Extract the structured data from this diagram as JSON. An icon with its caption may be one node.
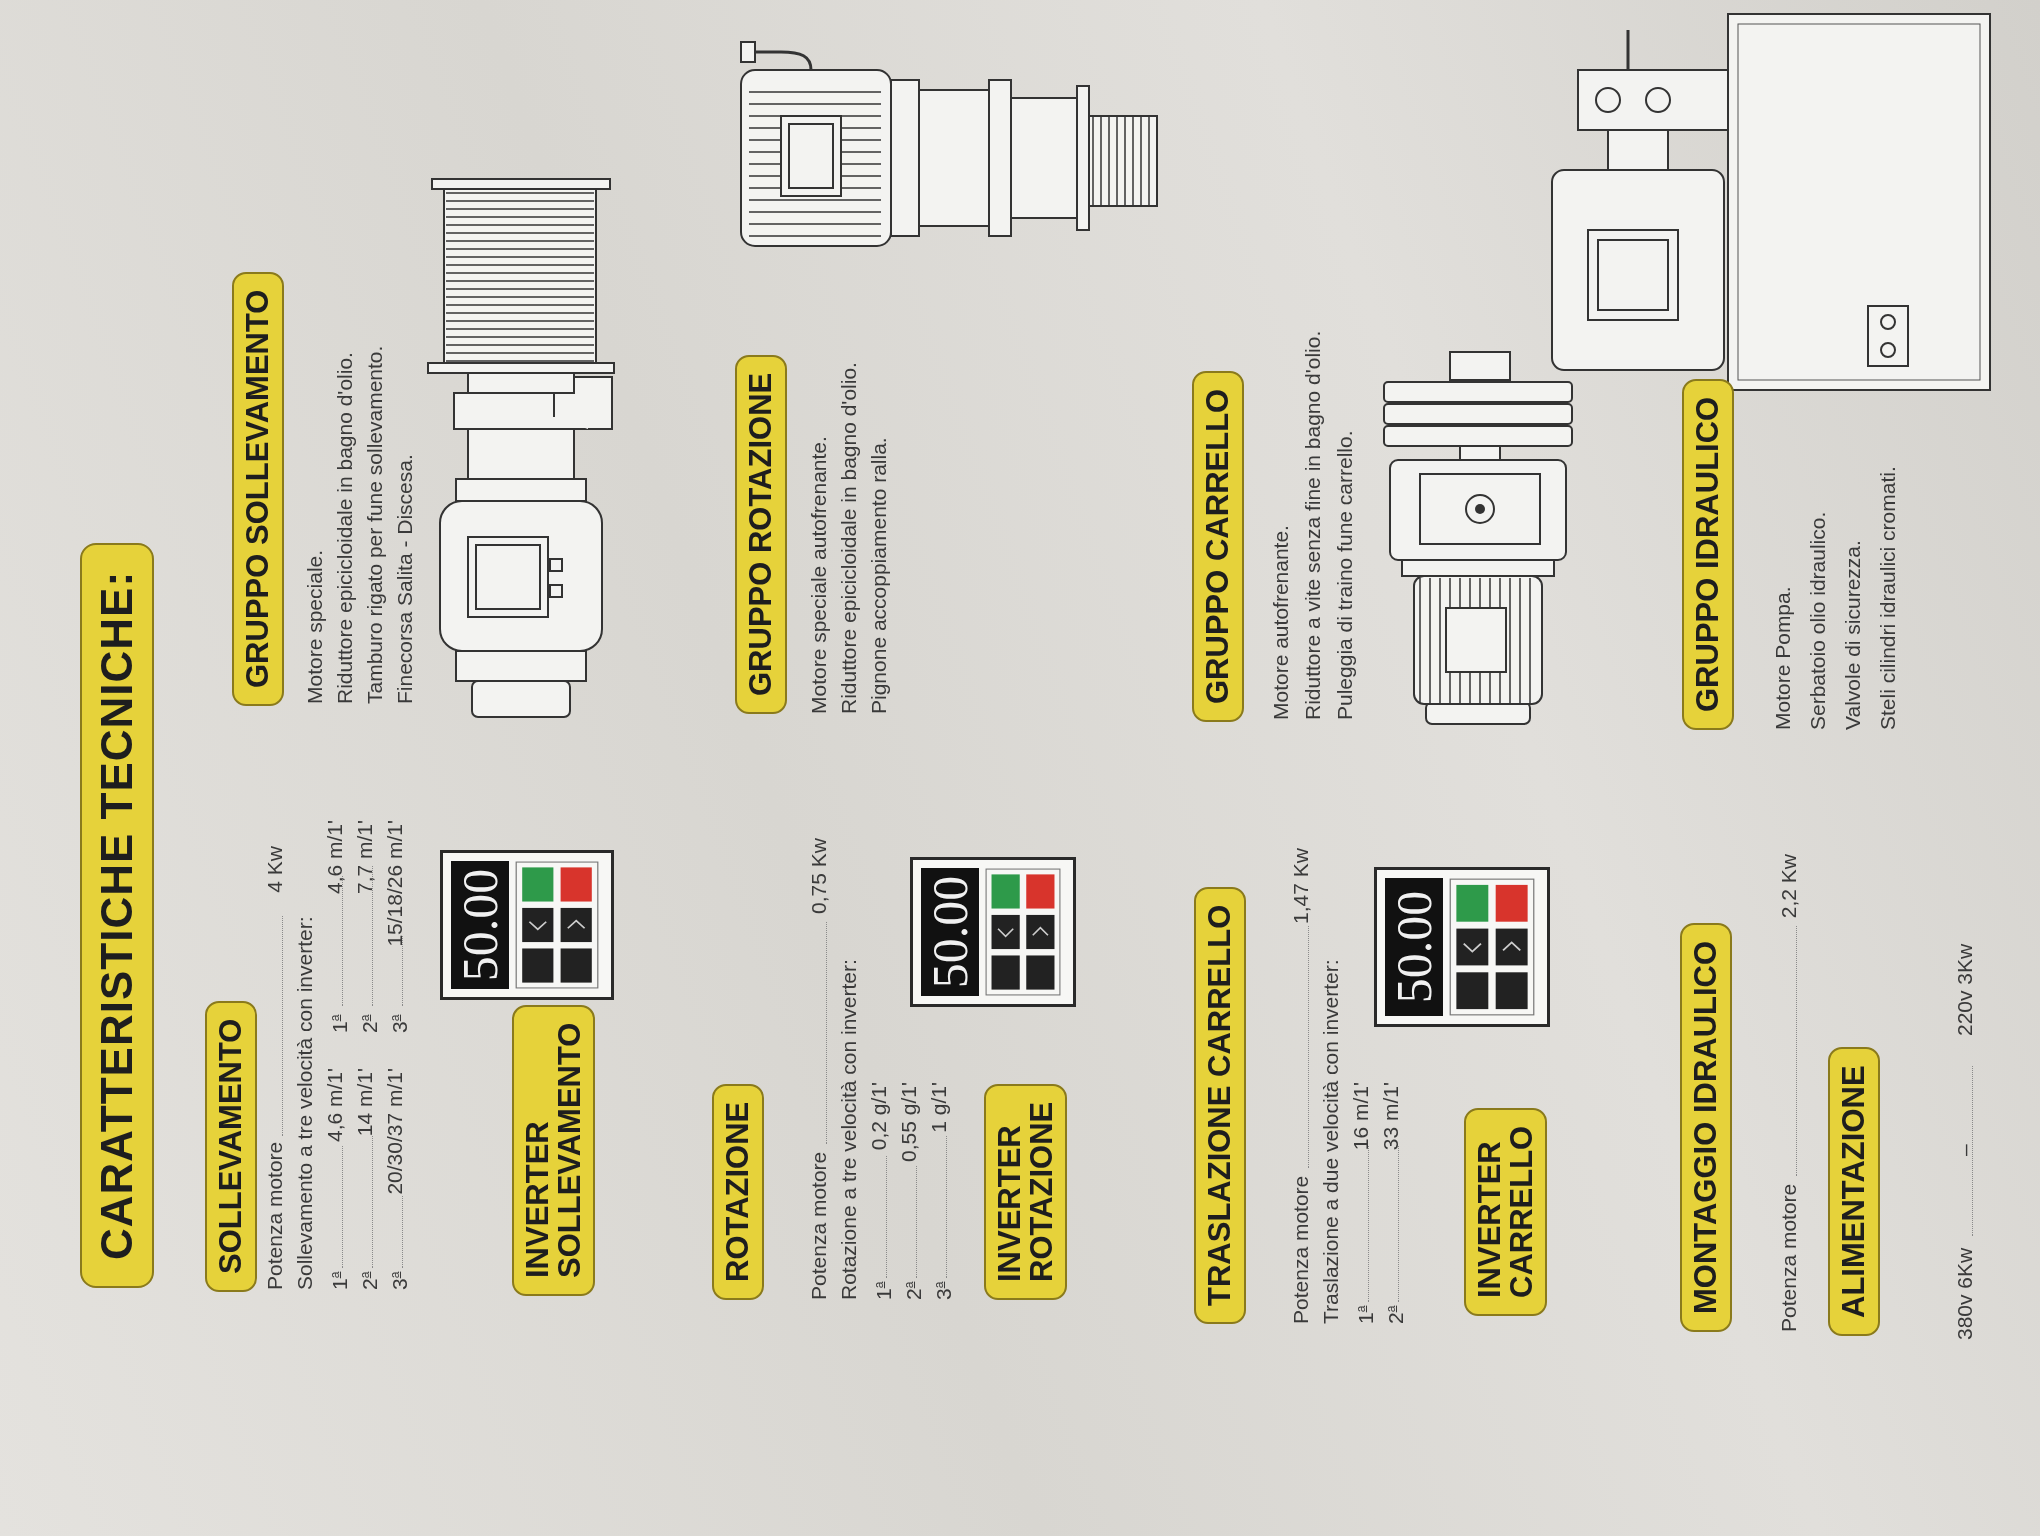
{
  "diagram": {
    "title": "CARATTERISTICHE TECNICHE:",
    "nodes": [
      {
        "text": [
          "SOLLEVAMENTO"
        ]
      },
      {
        "text": [
          "INVERTER SOLLEVAMENTO"
        ]
      },
      {
        "text": [
          "50.00"
        ]
      },
      {
        "text": [
          "ROTAZIONE"
        ]
      },
      {
        "text": [
          "INVERTER ROTAZIONE"
        ]
      },
      {
        "text": [
          "50.00"
        ]
      },
      {
        "text": [
          "TRASLAZIONE CARRELLO"
        ]
      },
      {
        "text": [
          "INVERTER CARRELLO"
        ]
      },
      {
        "text": [
          "50.00"
        ]
      },
      {
        "text": [
          "MONTAGGIO IDRAULICO"
        ]
      },
      {
        "text": [
          "ALIMENTAZIONE"
        ]
      },
      {
        "text": [
          "GRUPPO SOLLEVAMENTO"
        ]
      },
      {
        "text": [
          "GRUPPO ROTAZIONE"
        ]
      },
      {
        "text": [
          "GRUPPO CARRELLO"
        ]
      },
      {
        "text": [
          "GRUPPO IDRAULICO"
        ]
      }
    ],
    "labels": [
      "Potenza motore",
      "4 Kw",
      "Sollevamento a tre velocità con inverter:",
      "1$^{a}$",
      "4,6 m/1'",
      "1$^{a}$",
      "4,6 m/1'",
      "2$^{a}$",
      "14 m/1'",
      "2$^{a}$",
      "7,7 m/1'",
      "3$^{a}$",
      "20/30/37 m/1'",
      "3$^{a}$",
      "15/18/26 m/1'",
      "Motore speciale.",
      "Riduttore epicicloidale in bagno d'olio.",
      "Tamburo rigato per fune sollevamento.",
      "Finecorsa Salita - Discesa.",
      "Potenza motore",
      "0,75 Kw",
      "Rotazione a tre velocità con inverter:",
      "1$^{a}$",
      "0,2 g/1'",
      "2$^{a}$",
      "0,55 g/1'",
      "3$^{a}$",
      "1 g/1'",
      "Motore speciale autofrenante.",
      "Riduttore epicicloidale in bagno d'olio.",
      "Pignone accoppiamento ralla.",
      "Potenza motore",
      "1,47 Kw",
      "Traslazione a due velocità con inverter:",
      "1$^{a}$",
      "16 m/1'",
      "2$^{a}$",
      "33 m/1'",
      "Motore autofrenante.",
      "Riduttore a vite senza fine in bagno d'olio.",
      "Puleggia di traino fune carrello.",
      "Potenza motore",
      "2,2 Kw",
      "Motore Pompa.",
      "Serbatoio olio idraulico.",
      "Valvole di sicurezza.",
      "Steli cilindri idraulici cromati.",
      "380v 6Kw",
      "–",
      "220v 3Kw"
    ]
  }
}
